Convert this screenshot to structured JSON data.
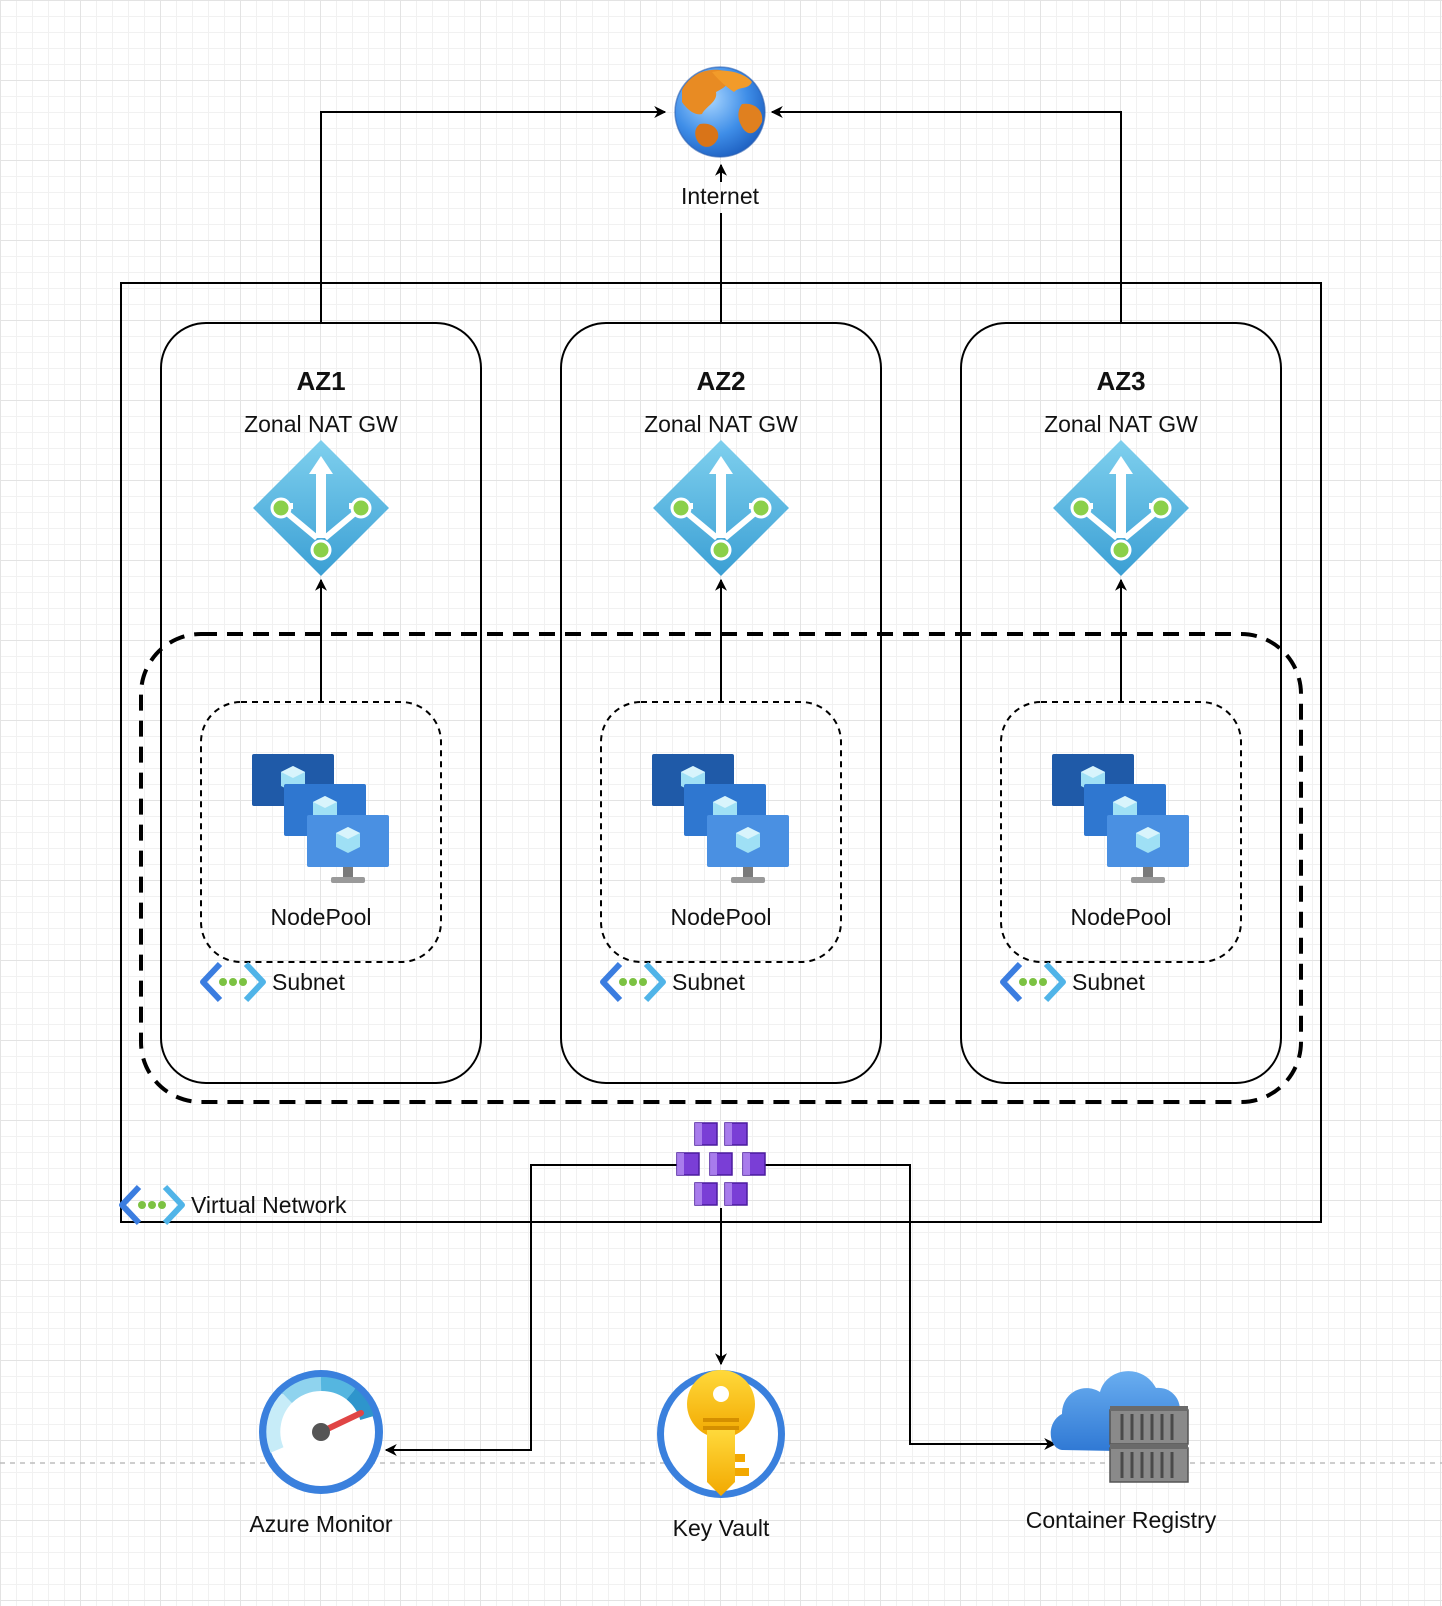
{
  "internet": {
    "label": "Internet"
  },
  "vnet": {
    "label": "Virtual Network"
  },
  "zones": [
    {
      "title": "AZ1",
      "nat_label": "Zonal NAT GW",
      "nodepool_label": "NodePool",
      "subnet_label": "Subnet"
    },
    {
      "title": "AZ2",
      "nat_label": "Zonal NAT GW",
      "nodepool_label": "NodePool",
      "subnet_label": "Subnet"
    },
    {
      "title": "AZ3",
      "nat_label": "Zonal NAT GW",
      "nodepool_label": "NodePool",
      "subnet_label": "Subnet"
    }
  ],
  "services": {
    "monitor": "Azure Monitor",
    "keyvault": "Key Vault",
    "registry": "Container Registry"
  },
  "icons": {
    "internet": "globe-icon",
    "nat": "nat-gateway-icon",
    "nodepool": "virtual-machines-icon",
    "subnet": "subnet-icon",
    "vnet": "virtual-network-icon",
    "aks": "kubernetes-cluster-icon",
    "monitor": "azure-monitor-icon",
    "keyvault": "key-vault-icon",
    "registry": "container-registry-icon"
  }
}
